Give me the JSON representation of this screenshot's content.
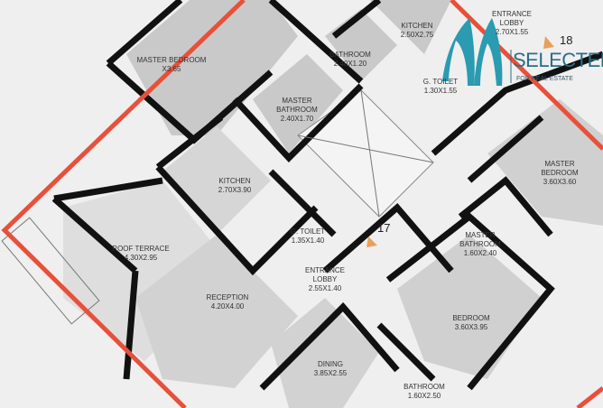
{
  "plan": {
    "accent_color": "#e8503a",
    "wall_color": "#111111",
    "rooms": [
      {
        "name": "MASTER BEDROOM",
        "dims": "X3.65"
      },
      {
        "name": "BATHROOM",
        "dims": "2.40X1.20"
      },
      {
        "name": "MASTER BATHROOM",
        "dims": "2.40X1.70"
      },
      {
        "name": "KITCHEN",
        "dims": "2.50X2.75"
      },
      {
        "name": "ENTRANCE LOBBY",
        "dims": "2.70X1.55"
      },
      {
        "name": "G. TOILET",
        "dims": "1.30X1.55"
      },
      {
        "name": "KITCHEN",
        "dims": "2.70X3.90"
      },
      {
        "name": "ROOF TERRACE",
        "dims": "4.30X2.95"
      },
      {
        "name": "G. TOILET",
        "dims": "1.35X1.40"
      },
      {
        "name": "ENTRANCE LOBBY",
        "dims": "2.55X1.40"
      },
      {
        "name": "RECEPTION",
        "dims": "4.20X4.00"
      },
      {
        "name": "DINING",
        "dims": "3.85X2.55"
      },
      {
        "name": "MASTER BEDROOM",
        "dims": "3.60X3.60"
      },
      {
        "name": "MASTER BATHROOM",
        "dims": "1.60X2.40"
      },
      {
        "name": "BEDROOM",
        "dims": "3.60X3.95"
      },
      {
        "name": "BATHROOM",
        "dims": "1.60X2.50"
      }
    ],
    "unit_numbers": [
      "17",
      "18"
    ]
  },
  "logo": {
    "name": "SELECTED",
    "tagline": "FOR REAL ESTATE",
    "color": "#2a9bb0"
  }
}
